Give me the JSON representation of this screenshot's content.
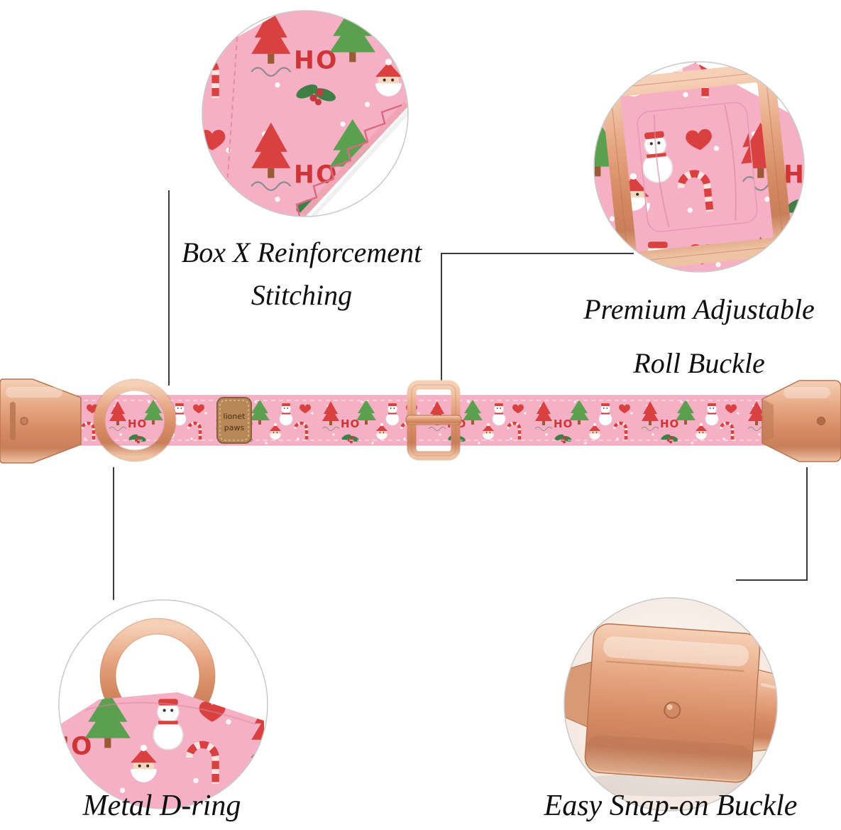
{
  "page": {
    "background": "#ffffff"
  },
  "callouts": {
    "stitching": {
      "line1": "Box X Reinforcement",
      "line2": "Stitching"
    },
    "roll_buckle": {
      "line1": "Premium Adjustable",
      "line2": "Roll Buckle"
    },
    "d_ring": {
      "label": "Metal D-ring"
    },
    "snap_buckle": {
      "label": "Easy Snap-on Buckle"
    }
  },
  "collar": {
    "ho_text": "HO",
    "patch": {
      "line1": "lionet",
      "line2": "paws"
    },
    "pattern_motifs": [
      "red-christmas-tree",
      "green-christmas-tree",
      "snowman",
      "santa",
      "ho-ho-text",
      "holly-berries",
      "candy-cane",
      "heart",
      "greeting-script",
      "snow-dots"
    ],
    "colors": {
      "fabric_pink": "#f6b0c6",
      "rose_gold": "#d58a63",
      "rose_gold_light": "#f6d0b6",
      "rose_gold_dark": "#b5744f"
    }
  }
}
